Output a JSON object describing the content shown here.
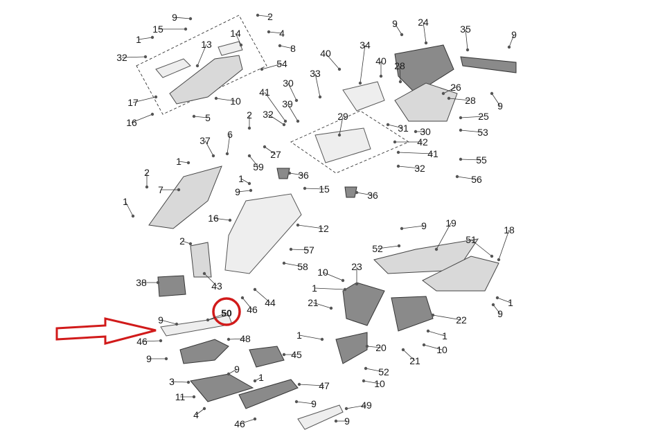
{
  "diagram": {
    "highlight": {
      "label": "50",
      "ring_color": "#d11a1a",
      "arrow_color": "#d11a1a"
    },
    "parts": [
      {
        "id": "p9a",
        "label": "9"
      },
      {
        "id": "p2a",
        "label": "2"
      },
      {
        "id": "p15a",
        "label": "15"
      },
      {
        "id": "p4a",
        "label": "4"
      },
      {
        "id": "p1a",
        "label": "1"
      },
      {
        "id": "p14",
        "label": "14"
      },
      {
        "id": "p8",
        "label": "8"
      },
      {
        "id": "p13",
        "label": "13"
      },
      {
        "id": "p32a",
        "label": "32"
      },
      {
        "id": "p54",
        "label": "54"
      },
      {
        "id": "p17",
        "label": "17"
      },
      {
        "id": "p10a",
        "label": "10"
      },
      {
        "id": "p16a",
        "label": "16"
      },
      {
        "id": "p5",
        "label": "5"
      },
      {
        "id": "p40a",
        "label": "40"
      },
      {
        "id": "p34",
        "label": "34"
      },
      {
        "id": "p9b",
        "label": "9"
      },
      {
        "id": "p24",
        "label": "24"
      },
      {
        "id": "p35",
        "label": "35"
      },
      {
        "id": "p9c",
        "label": "9"
      },
      {
        "id": "p40b",
        "label": "40"
      },
      {
        "id": "p28a",
        "label": "28"
      },
      {
        "id": "p33",
        "label": "33"
      },
      {
        "id": "p30a",
        "label": "30"
      },
      {
        "id": "p41a",
        "label": "41"
      },
      {
        "id": "p39",
        "label": "39"
      },
      {
        "id": "p26",
        "label": "26"
      },
      {
        "id": "p28b",
        "label": "28"
      },
      {
        "id": "p9d",
        "label": "9"
      },
      {
        "id": "p2b",
        "label": "2"
      },
      {
        "id": "p32b",
        "label": "32"
      },
      {
        "id": "p29",
        "label": "29"
      },
      {
        "id": "p31",
        "label": "31"
      },
      {
        "id": "p25",
        "label": "25"
      },
      {
        "id": "p30b",
        "label": "30"
      },
      {
        "id": "p53",
        "label": "53"
      },
      {
        "id": "p42",
        "label": "42"
      },
      {
        "id": "p37",
        "label": "37"
      },
      {
        "id": "p6",
        "label": "6"
      },
      {
        "id": "p27",
        "label": "27"
      },
      {
        "id": "p41b",
        "label": "41"
      },
      {
        "id": "p1b",
        "label": "1"
      },
      {
        "id": "p59",
        "label": "59"
      },
      {
        "id": "p55",
        "label": "55"
      },
      {
        "id": "p32c",
        "label": "32"
      },
      {
        "id": "p2c",
        "label": "2"
      },
      {
        "id": "p1c",
        "label": "1"
      },
      {
        "id": "p36a",
        "label": "36"
      },
      {
        "id": "p56",
        "label": "56"
      },
      {
        "id": "p7",
        "label": "7"
      },
      {
        "id": "p9e",
        "label": "9"
      },
      {
        "id": "p15b",
        "label": "15"
      },
      {
        "id": "p36b",
        "label": "36"
      },
      {
        "id": "p1d",
        "label": "1"
      },
      {
        "id": "p16b",
        "label": "16"
      },
      {
        "id": "p12",
        "label": "12"
      },
      {
        "id": "p9f",
        "label": "9"
      },
      {
        "id": "p19",
        "label": "19"
      },
      {
        "id": "p18",
        "label": "18"
      },
      {
        "id": "p2d",
        "label": "2"
      },
      {
        "id": "p52a",
        "label": "52"
      },
      {
        "id": "p51",
        "label": "51"
      },
      {
        "id": "p57",
        "label": "57"
      },
      {
        "id": "p58",
        "label": "58"
      },
      {
        "id": "p10b",
        "label": "10"
      },
      {
        "id": "p23",
        "label": "23"
      },
      {
        "id": "p38",
        "label": "38"
      },
      {
        "id": "p43",
        "label": "43"
      },
      {
        "id": "p1e",
        "label": "1"
      },
      {
        "id": "p44",
        "label": "44"
      },
      {
        "id": "p1f",
        "label": "1"
      },
      {
        "id": "p9g",
        "label": "9"
      },
      {
        "id": "p21a",
        "label": "21"
      },
      {
        "id": "p46a",
        "label": "46"
      },
      {
        "id": "p22",
        "label": "22"
      },
      {
        "id": "p9h",
        "label": "9"
      },
      {
        "id": "p50",
        "label": "50"
      },
      {
        "id": "p1g",
        "label": "1"
      },
      {
        "id": "p46b",
        "label": "46"
      },
      {
        "id": "p48",
        "label": "48"
      },
      {
        "id": "p1h",
        "label": "1"
      },
      {
        "id": "p10c",
        "label": "10"
      },
      {
        "id": "p20",
        "label": "20"
      },
      {
        "id": "p21b",
        "label": "21"
      },
      {
        "id": "p9i",
        "label": "9"
      },
      {
        "id": "p45",
        "label": "45"
      },
      {
        "id": "p52b",
        "label": "52"
      },
      {
        "id": "p9j",
        "label": "9"
      },
      {
        "id": "p1i",
        "label": "1"
      },
      {
        "id": "p10d",
        "label": "10"
      },
      {
        "id": "p3",
        "label": "3"
      },
      {
        "id": "p47",
        "label": "47"
      },
      {
        "id": "p11",
        "label": "11"
      },
      {
        "id": "p9k",
        "label": "9"
      },
      {
        "id": "p49",
        "label": "49"
      },
      {
        "id": "p4b",
        "label": "4"
      },
      {
        "id": "p46c",
        "label": "46"
      },
      {
        "id": "p9l",
        "label": "9"
      }
    ]
  }
}
